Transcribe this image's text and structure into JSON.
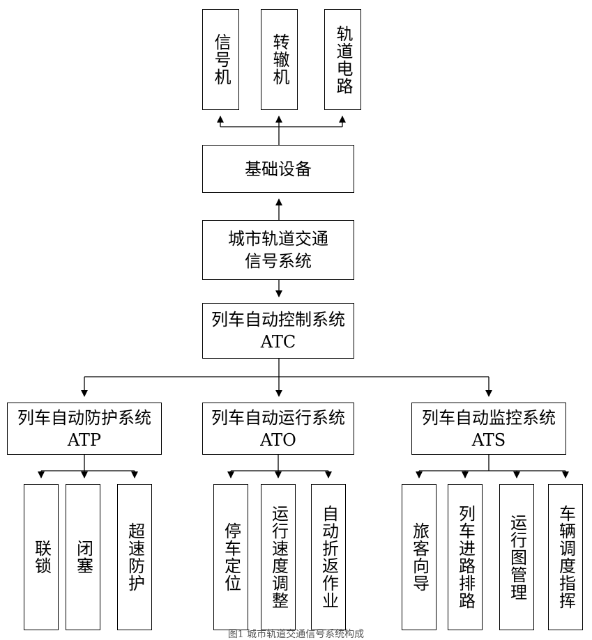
{
  "diagram": {
    "nodes": {
      "signal": "信号机",
      "switch": "转辙机",
      "track_circuit": "轨道电路",
      "base": "基础设备",
      "root": "城市轨道交通\n信号系统",
      "atc": "列车自动控制系统\nATC",
      "atp": "列车自动防护系统\nATP",
      "ato": "列车自动运行系统\nATO",
      "ats": "列车自动监控系统\nATS",
      "interlock": "联锁",
      "block": "闭塞",
      "overspeed": "超速防护",
      "stop_position": "停车定位",
      "speed_adjust": "运行速度调整",
      "auto_turnback": "自动折返作业",
      "passenger_guide": "旅客向导",
      "route_setting": "列车进路排路",
      "timetable": "运行图管理",
      "dispatch": "车辆调度指挥"
    },
    "caption": "图1 城市轨道交通信号系统构成"
  }
}
